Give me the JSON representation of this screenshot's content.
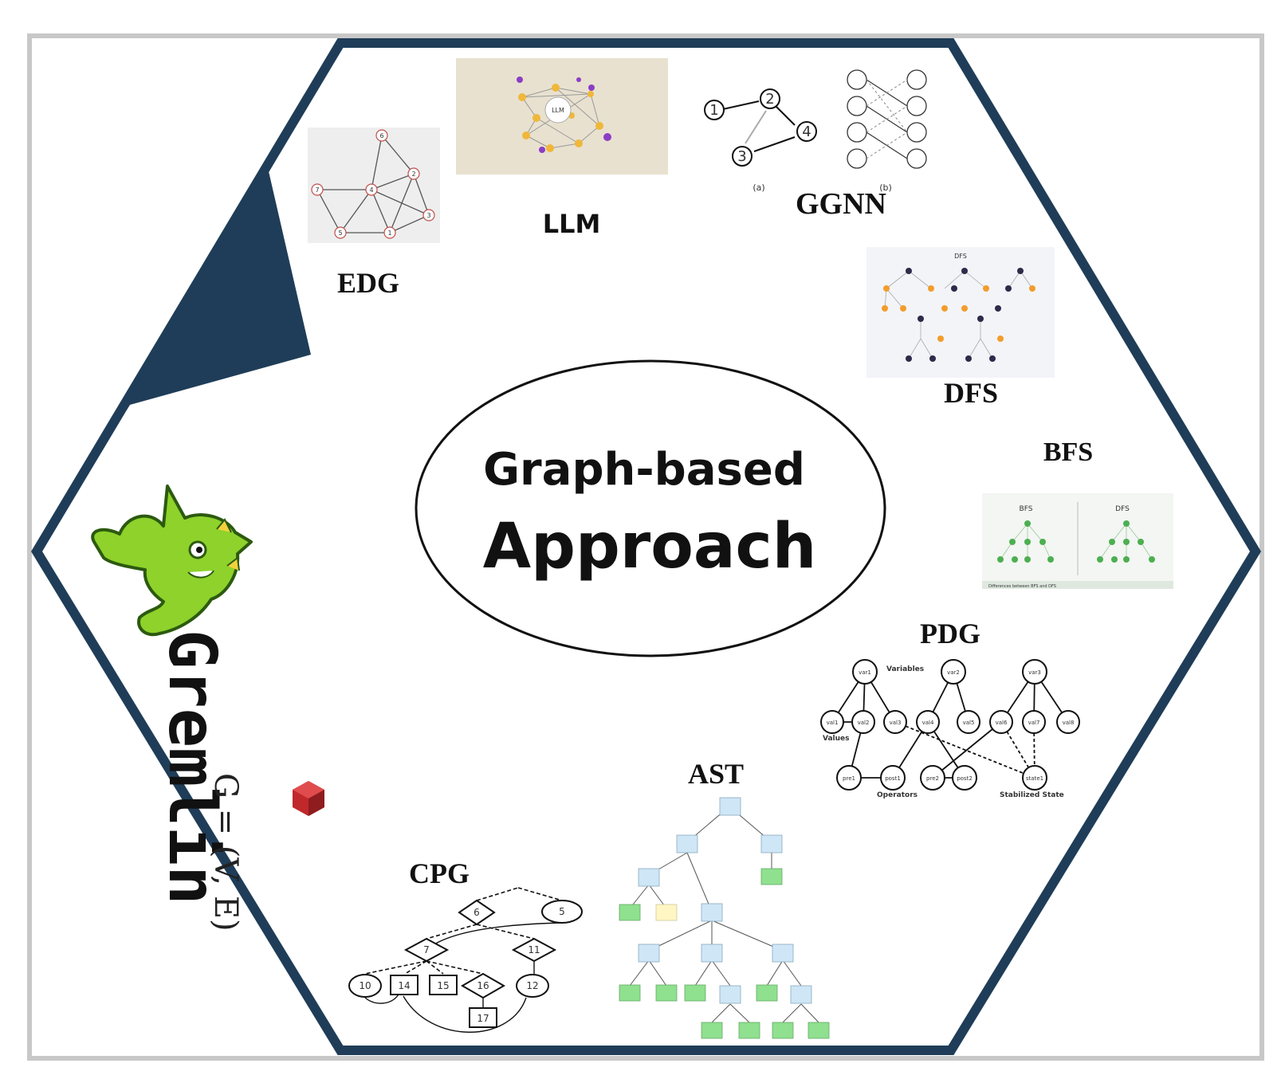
{
  "center": {
    "line1": "Graph-based",
    "line2": "Approach"
  },
  "labels": {
    "edg": "EDG",
    "llm": "LLM",
    "ggnn": "GGNN",
    "dfs": "DFS",
    "bfs": "BFS",
    "pdg": "PDG",
    "ast": "AST",
    "cpg": "CPG"
  },
  "llm_image": {
    "center_text": "LLM"
  },
  "ggnn_image": {
    "nodes": [
      "1",
      "2",
      "3",
      "4"
    ],
    "sub_a": "(a)",
    "sub_b": "(b)"
  },
  "edg_image": {
    "nodes": [
      "6",
      "2",
      "7",
      "4",
      "3",
      "5",
      "1"
    ]
  },
  "dfs_image": {
    "title": "DFS"
  },
  "bfs_image": {
    "title_left": "BFS",
    "title_right": "DFS",
    "caption": "Differences between BFS and DFS"
  },
  "pdg_image": {
    "top": [
      "var1",
      "var2",
      "var3"
    ],
    "mid": [
      "val1",
      "val2",
      "val3",
      "val4",
      "val5",
      "val6",
      "val7",
      "val8"
    ],
    "bottom": [
      "pre1",
      "post1",
      "pre2",
      "post2",
      "state1"
    ],
    "annot_variables": "Variables",
    "annot_values": "Values",
    "annot_operators": "Operators",
    "annot_state": "Stabilized State"
  },
  "cpg_image": {
    "nodes": [
      "6",
      "5",
      "7",
      "11",
      "10",
      "14",
      "15",
      "16",
      "12",
      "17"
    ]
  },
  "gremlin": {
    "word": "Gremlin",
    "formula": "G = (V, E)"
  },
  "colors": {
    "hexagon": "#1f3d58",
    "gremlin_green": "#8ed22b",
    "cube": "#c0282b"
  }
}
